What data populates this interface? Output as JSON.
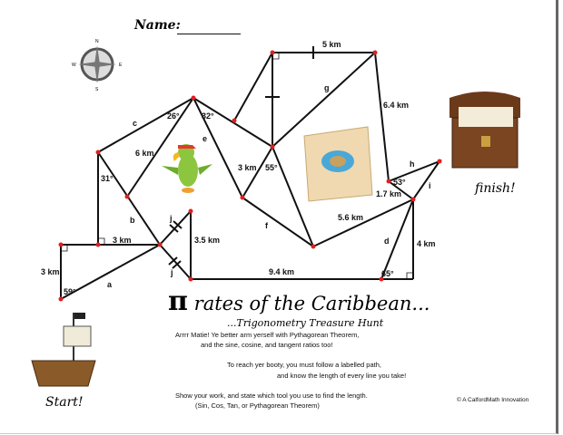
{
  "header": {
    "name_label": "Name:"
  },
  "compass": {
    "n": "N",
    "s": "S",
    "e": "E",
    "w": "W"
  },
  "labels": {
    "km3_left": "3 km",
    "km3_mid": "3 km",
    "km6": "6 km",
    "km35": "3.5 km",
    "km3_center": "3 km",
    "km5": "5 km",
    "km64": "6.4 km",
    "km17": "1.7 km",
    "km56": "5.6 km",
    "km4": "4 km",
    "km94": "9.4 km",
    "a": "a",
    "b": "b",
    "c": "c",
    "d": "d",
    "e": "e",
    "f": "f",
    "g": "g",
    "h": "h",
    "i": "i",
    "j1": "j",
    "j2": "j",
    "ang59": "59°",
    "ang31": "31°",
    "ang26": "26°",
    "ang32": "32°",
    "ang55": "55°",
    "ang53": "53°",
    "ang65": "65°"
  },
  "finish": "finish!",
  "start": "Start!",
  "title": {
    "pi": "π",
    "rest": "rates of the Caribbean...",
    "subtitle": "...Trigonometry Treasure Hunt"
  },
  "instructions": {
    "l1": "Arrrr  Matie!  Ye better arm yerself with Pythagorean Theorem,",
    "l2": "and the sine, cosine, and tangent ratios too!",
    "l3": "To reach yer booty, you must follow a labelled path,",
    "l4": "and know the length of every line you take!",
    "l5": "Show your work, and state which tool you use to find the length.",
    "l6": "(Sin, Cos, Tan, or Pythagorean Theorem)"
  },
  "copyright": "© A CalfordMath Innovation"
}
